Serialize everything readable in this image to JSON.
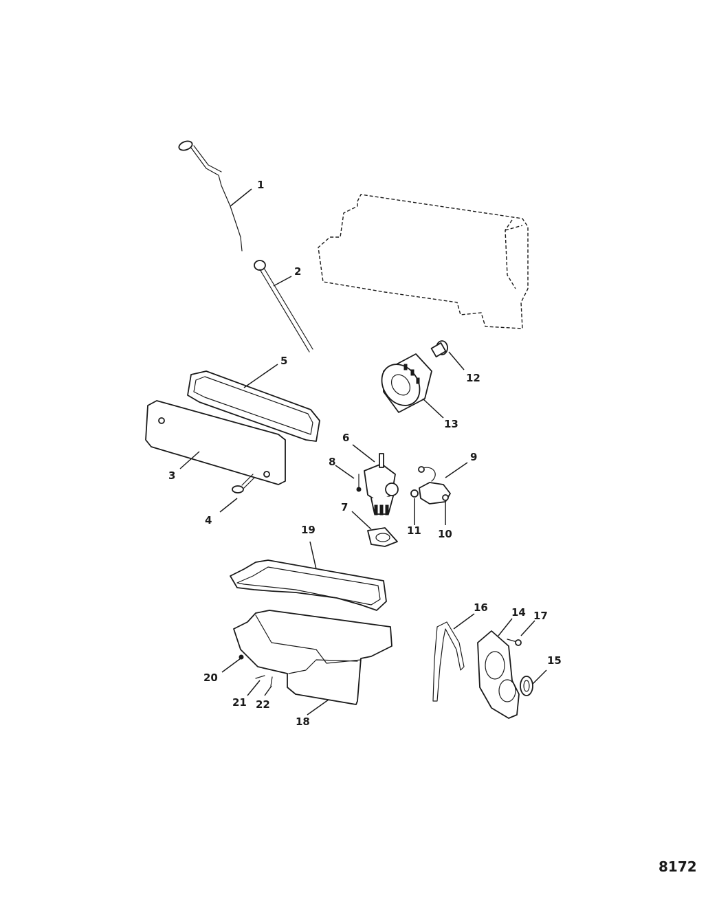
{
  "drawing_number": "8172",
  "callouts": [
    {
      "id": "1",
      "label": "1"
    },
    {
      "id": "2",
      "label": "2"
    },
    {
      "id": "3",
      "label": "3"
    },
    {
      "id": "4",
      "label": "4"
    },
    {
      "id": "5",
      "label": "5"
    },
    {
      "id": "6",
      "label": "6"
    },
    {
      "id": "7",
      "label": "7"
    },
    {
      "id": "8",
      "label": "8"
    },
    {
      "id": "9",
      "label": "9"
    },
    {
      "id": "10",
      "label": "10"
    },
    {
      "id": "11",
      "label": "11"
    },
    {
      "id": "12",
      "label": "12"
    },
    {
      "id": "13",
      "label": "13"
    },
    {
      "id": "14",
      "label": "14"
    },
    {
      "id": "15",
      "label": "15"
    },
    {
      "id": "16",
      "label": "16"
    },
    {
      "id": "17",
      "label": "17"
    },
    {
      "id": "18",
      "label": "18"
    },
    {
      "id": "19",
      "label": "19"
    },
    {
      "id": "20",
      "label": "20"
    },
    {
      "id": "21",
      "label": "21"
    },
    {
      "id": "22",
      "label": "22"
    }
  ],
  "colors": {
    "ink": "#1a1a1a",
    "background": "#ffffff"
  }
}
